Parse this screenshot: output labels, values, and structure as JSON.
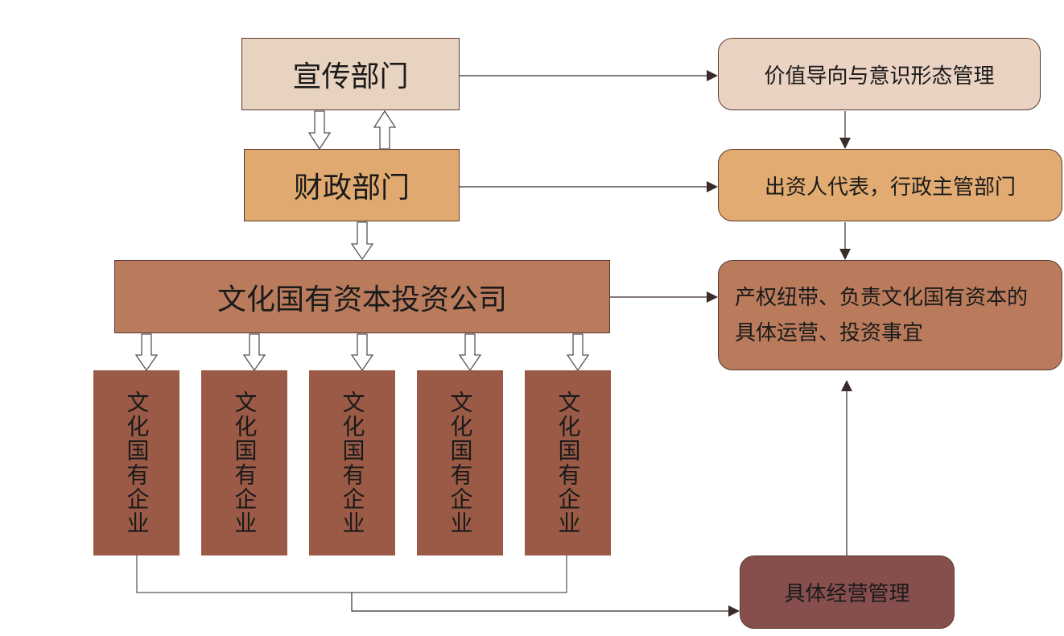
{
  "left": {
    "propaganda": "宣传部门",
    "finance": "财政部门",
    "investment_company": "文化国有资本投资公司",
    "enterprises": [
      "文化国有企业",
      "文化国有企业",
      "文化国有企业",
      "文化国有企业",
      "文化国有企业"
    ]
  },
  "right": {
    "value_guidance": "价值导向与意识形态管理",
    "investor_rep": "出资人代表，行政主管部门",
    "property_link": "产权纽带、负责文化国有资本的具体运营、投资事宜",
    "operation_mgmt": "具体经营管理"
  },
  "colors": {
    "propaganda": "#e8d2c0",
    "finance": "#e0a96f",
    "company": "#b97b5c",
    "enterprise": "#9a5a46",
    "operation": "#864f4d",
    "arrow": "#3a2a2a"
  }
}
